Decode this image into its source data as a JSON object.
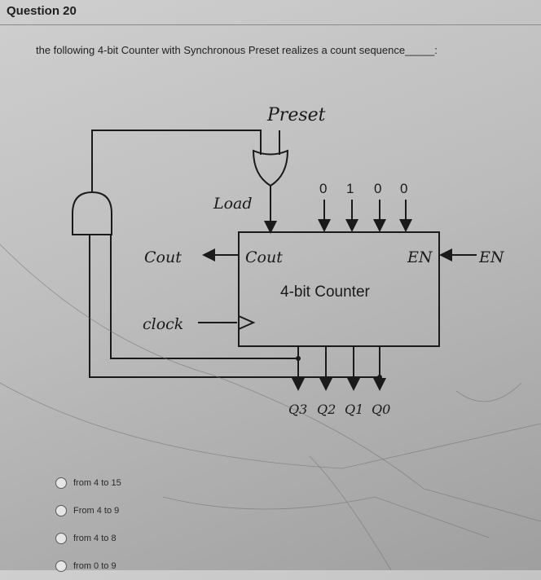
{
  "question": {
    "title": "Question 20",
    "text": "the following 4-bit Counter with Synchronous Preset realizes a count sequence_____:"
  },
  "diagram": {
    "preset_label": "Preset",
    "load_label": "Load",
    "preset_bits": [
      "0",
      "1",
      "0",
      "0"
    ],
    "cout_outside": "Cout",
    "cout_inside": "Cout",
    "en_inside": "EN",
    "en_outside": "EN",
    "counter_label": "4-bit Counter",
    "clock_label": "clock",
    "outputs": [
      "Q3",
      "Q2",
      "Q1",
      "Q0"
    ]
  },
  "options": [
    {
      "label": "from 4 to 15"
    },
    {
      "label": "From 4 to 9"
    },
    {
      "label": "from 4 to 8"
    },
    {
      "label": "from 0 to 9"
    }
  ]
}
